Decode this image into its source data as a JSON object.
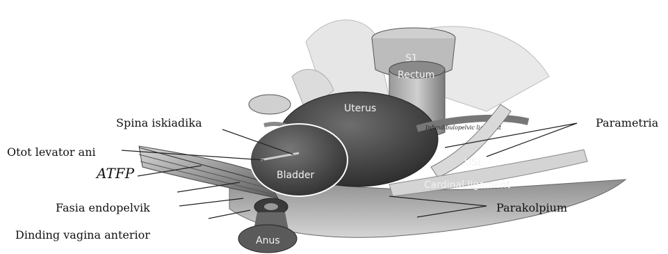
{
  "labels": {
    "spina_iskiadika": "Spina iskiadika",
    "otot_levator_ani": "Otot levator ani",
    "atfp": "ATFP",
    "fasia_endopelvik": "Fasia endopelvik",
    "dinding_vagina_anterior": "Dinding vagina anterior",
    "parametria": "Parametria",
    "parakolpium": "Parakolpium"
  },
  "inner_labels": {
    "s1": "S1",
    "rectum": "Rectum",
    "uterus": "Uterus",
    "bladder": "Bladder",
    "cardinal_ligament": "Cardinal ligament",
    "usl": "USL",
    "anus": "Anus",
    "infundibulopelvic": "Infundibulopelvic ligament"
  }
}
